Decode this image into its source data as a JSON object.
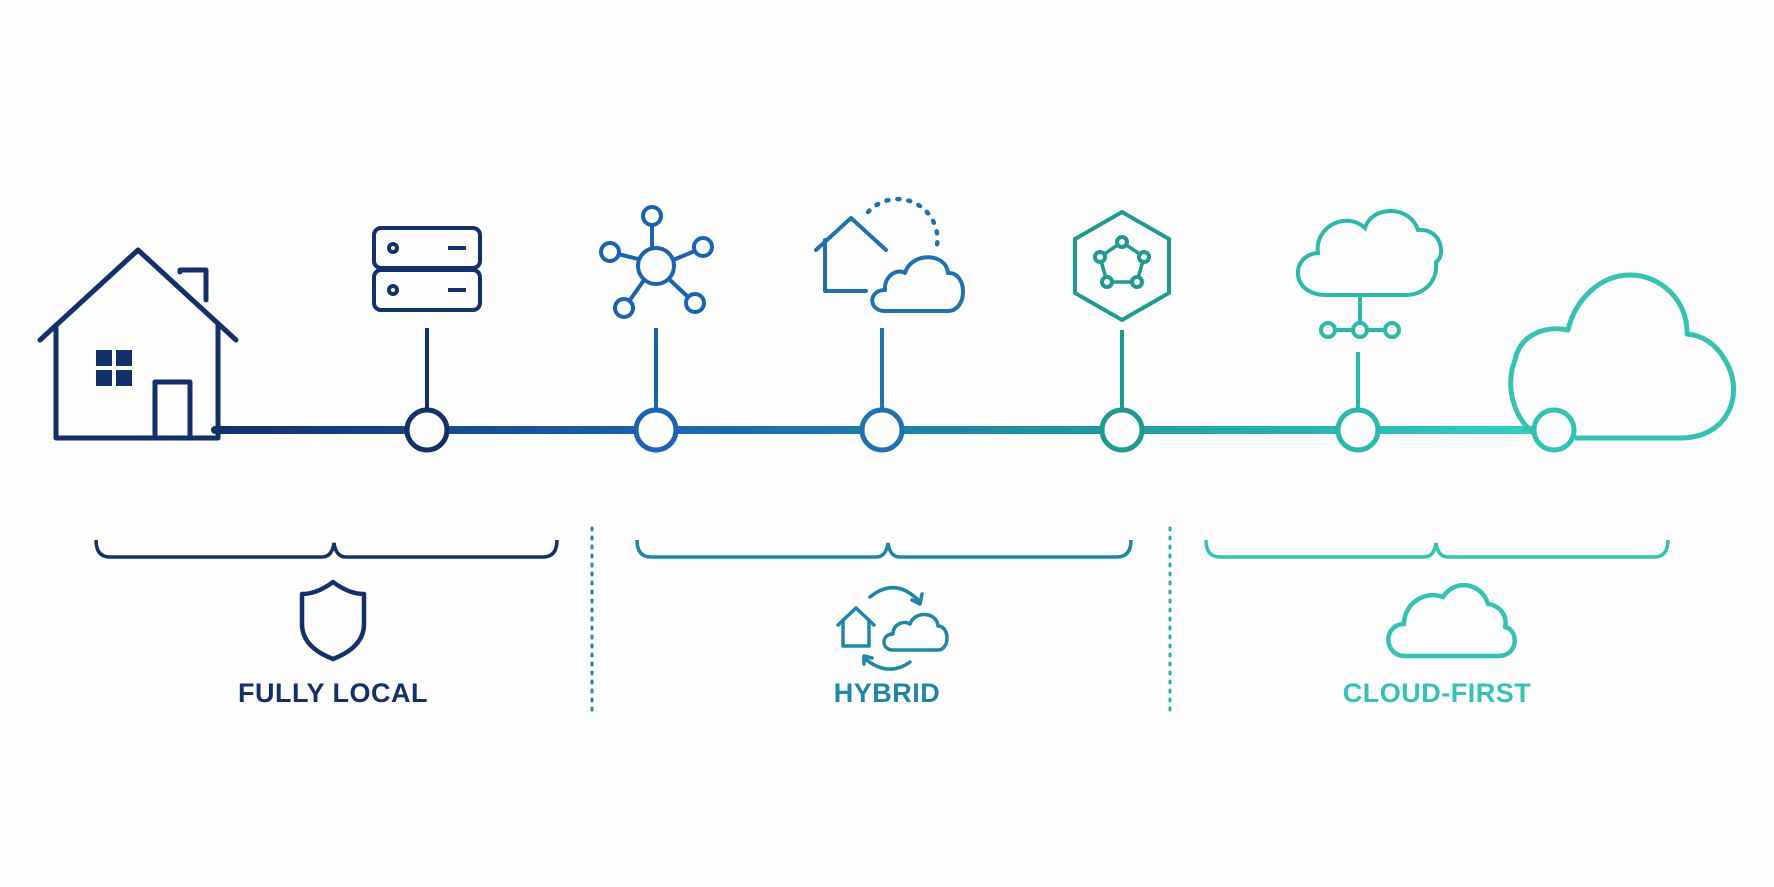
{
  "stages": {
    "fully_local": {
      "label": "FULLY LOCAL",
      "icon": "shield-icon"
    },
    "hybrid": {
      "label": "HYBRID",
      "icon": "home-cloud-sync-icon"
    },
    "cloud_first": {
      "label": "CLOUD-FIRST",
      "icon": "cloud-icon"
    }
  },
  "timeline_nodes": [
    {
      "icon": "house-icon"
    },
    {
      "icon": "server-icon"
    },
    {
      "icon": "network-hub-icon"
    },
    {
      "icon": "home-cloud-icon"
    },
    {
      "icon": "hexagon-mesh-icon"
    },
    {
      "icon": "cloud-network-icon"
    },
    {
      "icon": "large-cloud-icon"
    }
  ],
  "colors": {
    "navy": "#13306b",
    "blue": "#1a63b0",
    "teal_blue": "#1f86a8",
    "teal": "#27a296",
    "aqua": "#34c2b3",
    "background": "#fdfdfe"
  }
}
